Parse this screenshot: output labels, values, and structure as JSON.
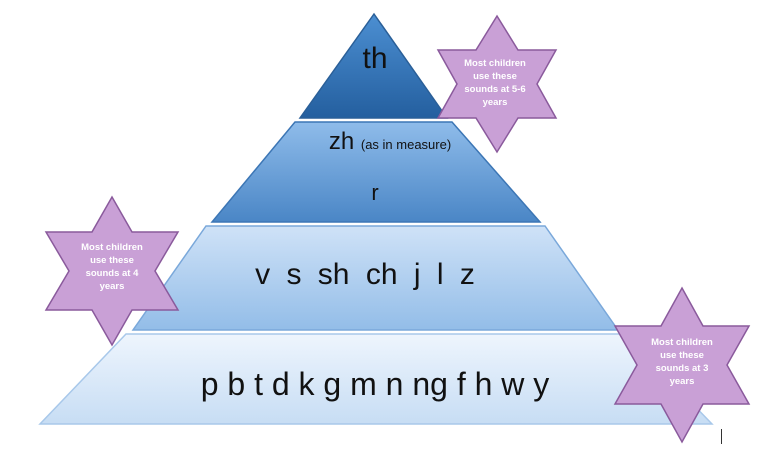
{
  "levels": {
    "top": "th",
    "second_main": "zh",
    "second_note": "(as in measure)",
    "second_sub": "r",
    "third": "v  s  sh  ch  j  l  z",
    "base": "p b t d k g m n ng f h w y"
  },
  "stars": [
    {
      "text": "Most children use these sounds at 5-6 years"
    },
    {
      "text": "Most children use these sounds at 4 years"
    },
    {
      "text": "Most children use these sounds at 3 years"
    }
  ],
  "colors": {
    "tier_top": "#2f6fb3",
    "tier_second": "#5b98d6",
    "tier_third": "#a9cbef",
    "tier_base": "#dbeafb",
    "star_fill": "#c9a0d6",
    "star_stroke": "#8a5a9c"
  }
}
